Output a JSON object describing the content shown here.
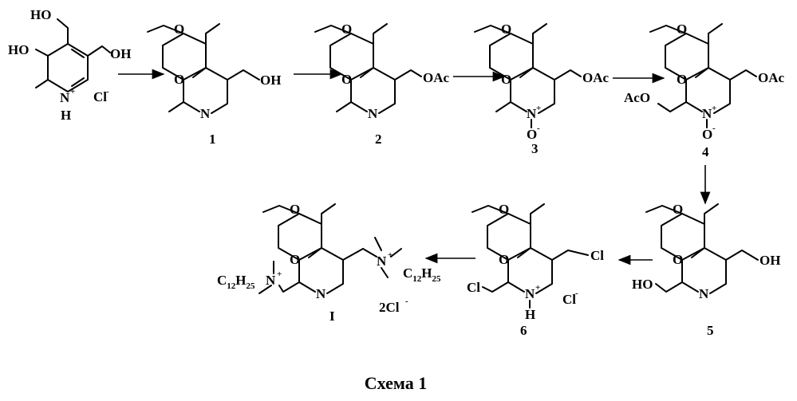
{
  "caption": "Схема 1",
  "compounds": {
    "start": {
      "oh_top": "HO",
      "oh_right": "OH",
      "oh_left": "HO",
      "n": "N",
      "n_charge": "+",
      "h": "H",
      "counter_ion": "Cl",
      "counter_charge": "-"
    },
    "c1": {
      "number": "1",
      "o1": "O",
      "o2": "O",
      "n": "N",
      "oh": "OH"
    },
    "c2": {
      "number": "2",
      "o1": "O",
      "o2": "O",
      "n": "N",
      "oac": "OAc"
    },
    "c3": {
      "number": "3",
      "o1": "O",
      "o2": "O",
      "n": "N",
      "n_charge": "+",
      "n_oxide": "O",
      "oxide_charge": "-",
      "oac": "OAc"
    },
    "c4": {
      "number": "4",
      "o1": "O",
      "o2": "O",
      "n": "N",
      "n_charge": "+",
      "n_oxide": "O",
      "oxide_charge": "-",
      "oac_right": "OAc",
      "oac_left": "AcO"
    },
    "c5": {
      "number": "5",
      "o1": "O",
      "o2": "O",
      "n": "N",
      "oh_right": "OH",
      "oh_left": "HO"
    },
    "c6": {
      "number": "6",
      "o1": "O",
      "o2": "O",
      "n": "N",
      "n_charge": "+",
      "h": "H",
      "cl_right": "Cl",
      "cl_left": "Cl",
      "counter_ion": "Cl",
      "counter_charge": "-"
    },
    "product": {
      "number": "I",
      "o1": "O",
      "o2": "O",
      "n": "N",
      "n_plus_right": "N",
      "n_plus_left": "N",
      "charge": "+",
      "chain": "C",
      "chain_sub1": "12",
      "chain_h": "H",
      "chain_sub2": "25",
      "salt": "2Cl",
      "salt_charge": "-"
    }
  }
}
